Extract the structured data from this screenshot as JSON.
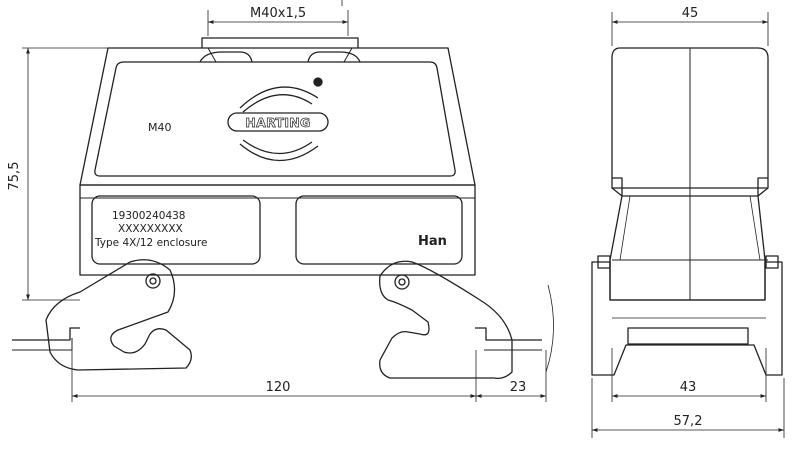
{
  "front_view": {
    "thread_label": "M40x1,5",
    "width_label": "120",
    "lever_label": "23",
    "height_label": "75,5",
    "face_label": "M40",
    "brand_logo": "HARTING",
    "part_number": "19300240438",
    "serial_placeholder": "XXXXXXXXX",
    "enclosure_type": "Type 4X/12 enclosure",
    "series_mark": "Han"
  },
  "side_view": {
    "top_width_label": "45",
    "inner_width_label": "43",
    "overall_width_label": "57,2"
  },
  "colors": {
    "line": "#222222",
    "background": "#ffffff"
  }
}
